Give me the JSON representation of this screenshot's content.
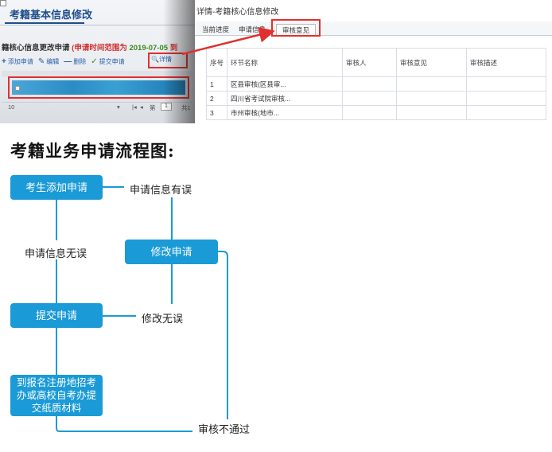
{
  "left_screenshot": {
    "title": "考籍基本信息修改",
    "subtitle_prefix": "籍核心信息更改申请",
    "subtitle_range_label": "(申请时间范围为",
    "subtitle_date": "2019-07-05",
    "subtitle_suffix": "到",
    "toolbar": {
      "add": "添加申请",
      "edit": "编辑",
      "delete": "删除",
      "submit": "提交申请",
      "detail": "详情"
    },
    "pager": {
      "page_size": "10",
      "page_label": "第",
      "page_value": "1",
      "total_label": "共1"
    }
  },
  "right_screenshot": {
    "title": "详情-考籍核心信息修改",
    "tabs": [
      "当前进度",
      "申请信息",
      "审核意见"
    ],
    "active_tab": "审核意见",
    "table": {
      "headers": [
        "序号",
        "环节名称",
        "审核人",
        "审核意见",
        "审核描述"
      ],
      "rows": [
        {
          "seq": "1",
          "name": "区县审核(区县审...",
          "reviewer": "",
          "opinion": "",
          "desc": ""
        },
        {
          "seq": "2",
          "name": "四川省考试院审核...",
          "reviewer": "",
          "opinion": "",
          "desc": ""
        },
        {
          "seq": "3",
          "name": "市州审核(地市...",
          "reviewer": "",
          "opinion": "",
          "desc": ""
        }
      ]
    }
  },
  "heading": "考籍业务申请流程图:",
  "flowchart": {
    "add_application": "考生添加申请",
    "info_wrong": "申请信息有误",
    "info_correct": "申请信息无误",
    "modify_application": "修改申请",
    "submit_application": "提交申请",
    "modify_correct": "修改无误",
    "submit_materials": "到报名注册地招考办或高校自考办提交纸质材料",
    "review_failed": "审核不通过"
  },
  "colors": {
    "flow_box": "#1a9ad6",
    "highlight": "#e03030",
    "link_blue": "#2b5ea8"
  }
}
